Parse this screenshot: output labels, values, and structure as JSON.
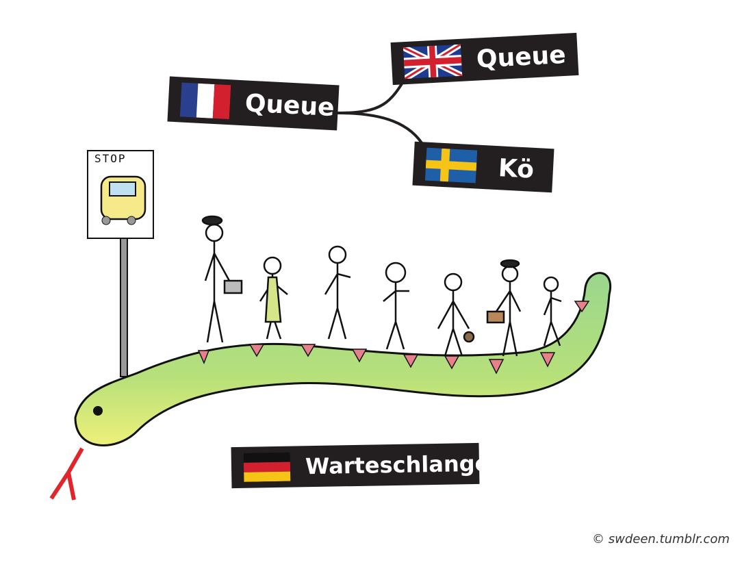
{
  "labels": {
    "french": "Queue",
    "english": "Queue",
    "swedish": "Kö",
    "german": "Warteschlange"
  },
  "sign": {
    "text": "STOP"
  },
  "credit": "© swdeen.tumblr.com",
  "colors": {
    "label_bg": "#231f20",
    "snake_green": "#8fd38a",
    "snake_yellow": "#e8ec6a",
    "spike_pink": "#e8808a",
    "tongue": "#e0262a"
  }
}
